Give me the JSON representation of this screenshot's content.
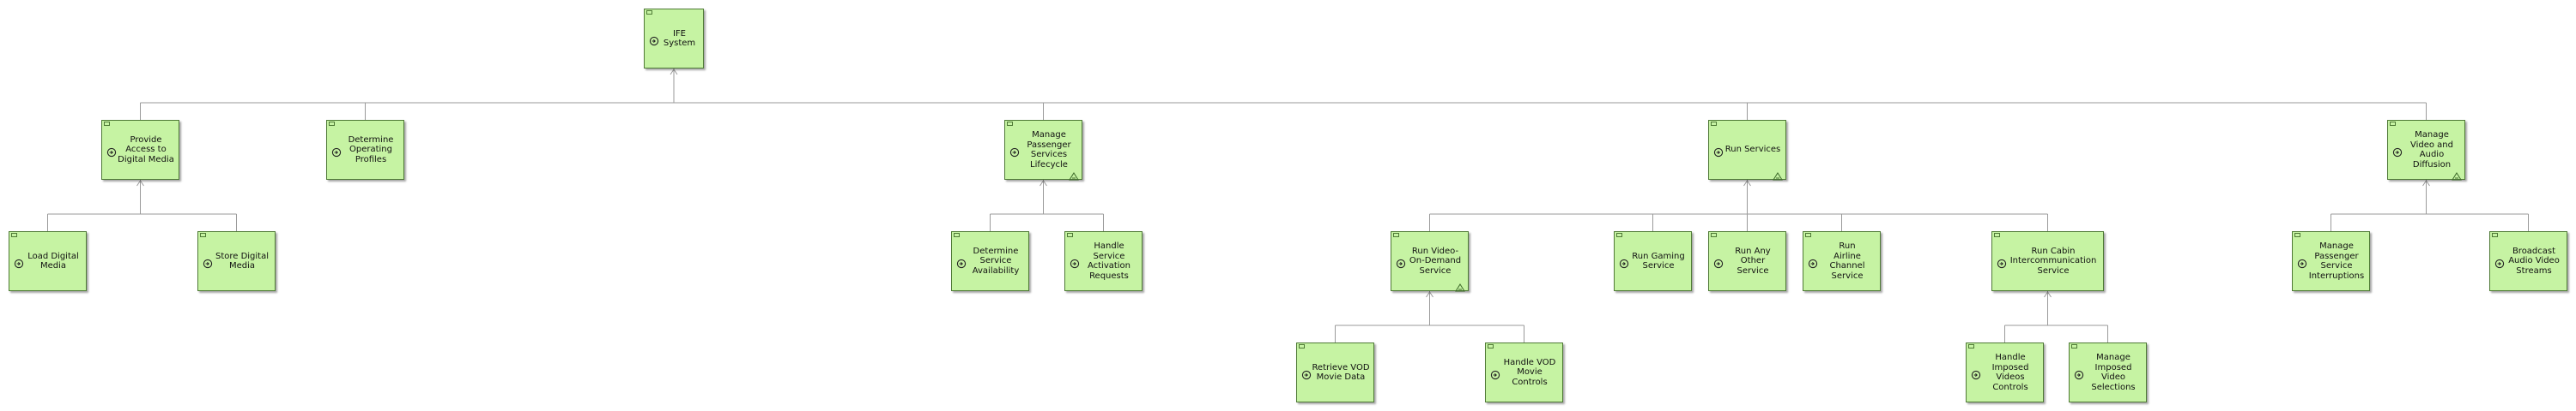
{
  "diagram": {
    "nodes": [
      {
        "id": "ife",
        "label": "IFE\nSystem",
        "decomposed": false
      },
      {
        "id": "pad",
        "label": "Provide\nAccess to\nDigital Media",
        "decomposed": false
      },
      {
        "id": "dop",
        "label": "Determine\nOperating\nProfiles",
        "decomposed": false
      },
      {
        "id": "mps",
        "label": "Manage\nPassenger\nServices\nLifecycle",
        "decomposed": true
      },
      {
        "id": "rs",
        "label": "Run Services",
        "decomposed": true
      },
      {
        "id": "mva",
        "label": "Manage\nVideo and\nAudio\nDiffusion",
        "decomposed": true
      },
      {
        "id": "ldm",
        "label": "Load Digital\nMedia",
        "decomposed": false
      },
      {
        "id": "sdm",
        "label": "Store Digital\nMedia",
        "decomposed": false
      },
      {
        "id": "dsa",
        "label": "Determine\nService\nAvailability",
        "decomposed": false
      },
      {
        "id": "hsa",
        "label": "Handle\nService\nActivation\nRequests",
        "decomposed": false
      },
      {
        "id": "rvod",
        "label": "Run Video-\nOn-Demand\nService",
        "decomposed": true
      },
      {
        "id": "rgs",
        "label": "Run Gaming\nService",
        "decomposed": false
      },
      {
        "id": "raos",
        "label": "Run Any\nOther Service",
        "decomposed": false
      },
      {
        "id": "racs",
        "label": "Run\nAirline\nChannel\nService",
        "decomposed": false
      },
      {
        "id": "rcis",
        "label": "Run Cabin\nIntercommunication\nService",
        "decomposed": false
      },
      {
        "id": "mpsi",
        "label": "Manage\nPassenger\nService\nInterruptions",
        "decomposed": false
      },
      {
        "id": "bavs",
        "label": "Broadcast\nAudio Video\nStreams",
        "decomposed": false
      },
      {
        "id": "rvmd",
        "label": "Retrieve VOD\nMovie Data",
        "decomposed": false
      },
      {
        "id": "hvmc",
        "label": "Handle VOD\nMovie\nControls",
        "decomposed": false
      },
      {
        "id": "hivc",
        "label": "Handle\nImposed\nVideos\nControls",
        "decomposed": false
      },
      {
        "id": "mivs",
        "label": "Manage\nImposed\nVideo\nSelections",
        "decomposed": false
      }
    ],
    "links": [
      {
        "parent": "ife",
        "children": [
          "pad",
          "dop",
          "mps",
          "rs",
          "mva"
        ]
      },
      {
        "parent": "pad",
        "children": [
          "ldm",
          "sdm"
        ]
      },
      {
        "parent": "mps",
        "children": [
          "dsa",
          "hsa"
        ]
      },
      {
        "parent": "rs",
        "children": [
          "rvod",
          "rgs",
          "raos",
          "racs",
          "rcis"
        ]
      },
      {
        "parent": "mva",
        "children": [
          "mpsi",
          "bavs"
        ]
      },
      {
        "parent": "rvod",
        "children": [
          "rvmd",
          "hvmc"
        ]
      },
      {
        "parent": "rcis",
        "children": [
          "hivc",
          "mivs"
        ]
      }
    ]
  },
  "colors": {
    "node_fill": "#c6f3a3",
    "node_border": "#4f7a36",
    "connector": "#9a9a9a",
    "text": "#111111"
  }
}
